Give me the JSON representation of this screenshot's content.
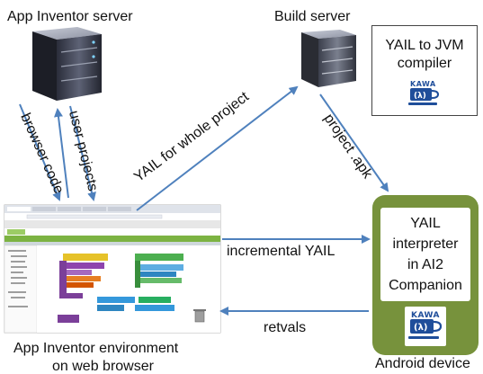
{
  "labels": {
    "app_inventor_server": "App Inventor server",
    "build_server": "Build server",
    "jvm_compiler": "YAIL to JVM\ncompiler",
    "browser_code": "browser code",
    "user_projects": "user projects",
    "yail_whole_project": "YAIL for whole project",
    "project_apk": "project .apk",
    "incremental_yail": "incremental YAIL",
    "retvals": "retvals",
    "companion": "YAIL\ninterpreter\nin AI2\nCompanion",
    "env_line1": "App Inventor environment",
    "env_line2": "on web browser",
    "android_device": "Android  device"
  },
  "logo": {
    "kawa_top": "KAWA",
    "kawa_symbol": "(λ)",
    "kawa_bottom": "KAWA",
    "kawa_symbol_bottom": "(λ)"
  },
  "colors": {
    "arrow": "#4f81bd",
    "device_frame": "#77923c",
    "kawa_blue": "#1f4e9a"
  }
}
